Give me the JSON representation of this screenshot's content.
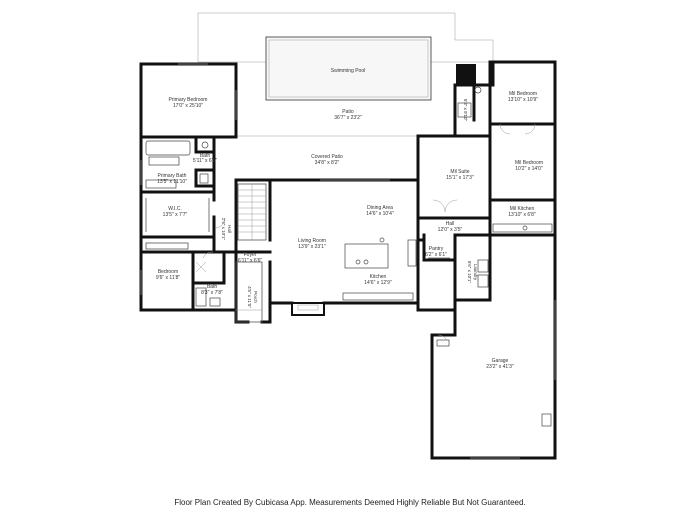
{
  "footer": "Floor Plan Created By Cubicasa App. Measurements Deemed Highly Reliable But Not Guaranteed.",
  "rooms": {
    "pool": {
      "name": "Swimming Pool",
      "dim": ""
    },
    "patio": {
      "name": "Patio",
      "dim": "36'7\" x 23'2\""
    },
    "primary_bedroom": {
      "name": "Primary Bedroom",
      "dim": "17'0\" x 25'10\""
    },
    "mil_bedroom": {
      "name": "Mil Bedroom",
      "dim": "13'10\" x 10'9\""
    },
    "covered_patio": {
      "name": "Covered Patio",
      "dim": "34'8\" x 8'2\""
    },
    "bath_upper": {
      "name": "Bath",
      "dim": "5'11\" x 6'0\""
    },
    "primary_bath": {
      "name": "Primary Bath",
      "dim": "13'5\" x 11'10\""
    },
    "mil_suite": {
      "name": "Mil Suite",
      "dim": "15'1\" x 17'3\""
    },
    "mil_bedroom2": {
      "name": "Mil Bedroom",
      "dim": "10'2\" x 14'0\""
    },
    "dining": {
      "name": "Dining Area",
      "dim": "14'6\" x 10'4\""
    },
    "mil_kitchen": {
      "name": "Mil Kitchen",
      "dim": "13'10\" x 6'8\""
    },
    "wic": {
      "name": "W.I.C.",
      "dim": "13'5\" x 7'7\""
    },
    "hall_v": {
      "name": "Hall",
      "dim": "2'4\" x 10'1\""
    },
    "hall": {
      "name": "Hall",
      "dim": "12'0\" x 3'5\""
    },
    "living": {
      "name": "Living Room",
      "dim": "13'9\" x 23'1\""
    },
    "pantry": {
      "name": "Pantry",
      "dim": "6'2\" x 6'1\""
    },
    "bedroom": {
      "name": "Bedroom",
      "dim": "9'6\" x 11'8\""
    },
    "foyer": {
      "name": "Foyer",
      "dim": "6'11\" x 6'6\""
    },
    "laundry": {
      "name": "Laundry",
      "dim": "5'6\" x 10'1\""
    },
    "kitchen": {
      "name": "Kitchen",
      "dim": "14'6\" x 12'9\""
    },
    "bath_lower": {
      "name": "Bath",
      "dim": "8'3\" x 7'8\""
    },
    "porch": {
      "name": "Porch",
      "dim": "4'5\" x 11'5\""
    },
    "garage": {
      "name": "Garage",
      "dim": "23'2\" x 41'3\""
    },
    "closet_v": {
      "name": "",
      "dim": "5'3\" x 8'10\""
    }
  }
}
